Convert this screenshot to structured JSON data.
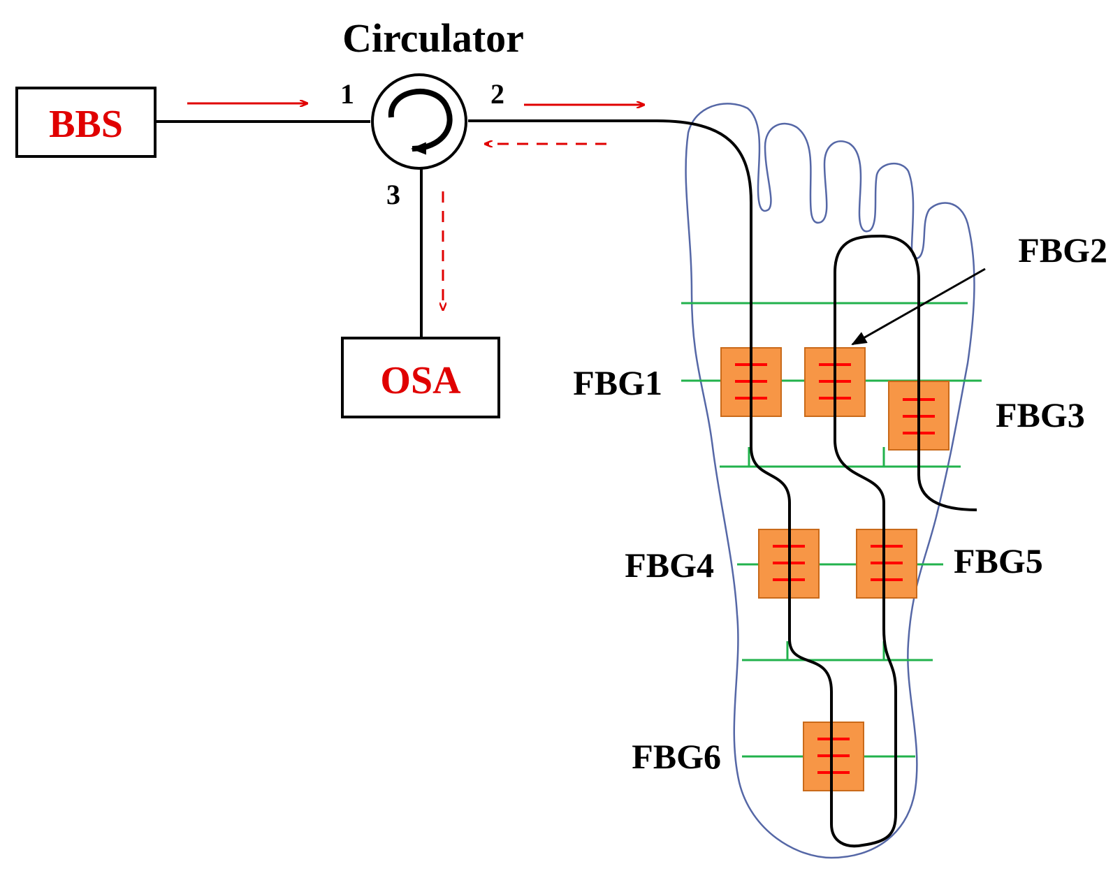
{
  "circulator": {
    "title": "Circulator",
    "ports": {
      "p1": "1",
      "p2": "2",
      "p3": "3"
    }
  },
  "source": {
    "label": "BBS"
  },
  "analyzer": {
    "label": "OSA"
  },
  "sensors": [
    {
      "label": "FBG1"
    },
    {
      "label": "FBG2"
    },
    {
      "label": "FBG3"
    },
    {
      "label": "FBG4"
    },
    {
      "label": "FBG5"
    },
    {
      "label": "FBG6"
    }
  ],
  "colors": {
    "device_label": "#e00000",
    "signal_arrow": "#e00000",
    "grid_line": "#22b24c",
    "grating_fill": "#f79646",
    "foot_outline": "#5567a6"
  }
}
